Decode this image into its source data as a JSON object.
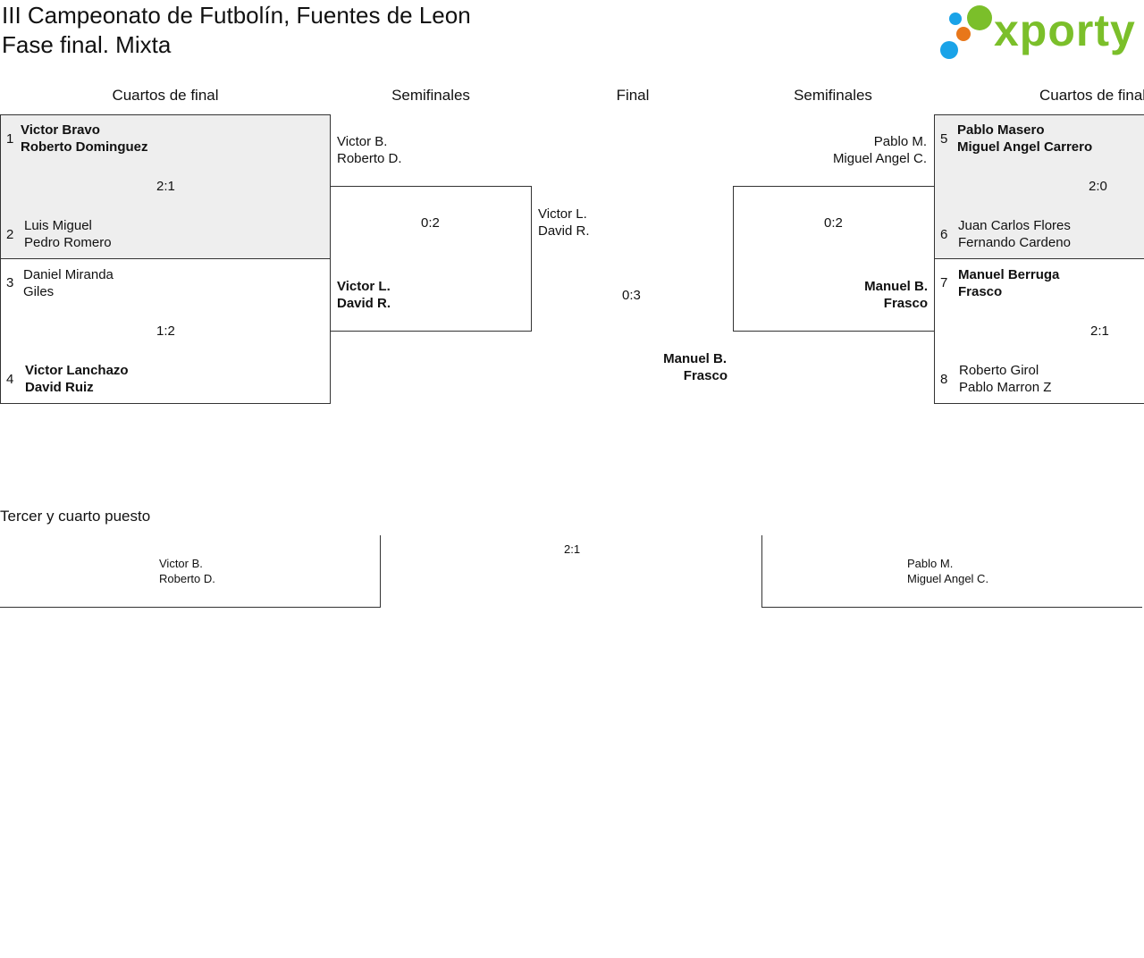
{
  "header": {
    "title_line1": "III Campeonato de Futbolín, Fuentes de Leon",
    "title_line2": "Fase final. Mixta"
  },
  "logo": {
    "text": "xporty",
    "colors": {
      "green": "#7bbf2a",
      "blue": "#1aa3e8",
      "orange": "#e8771a"
    }
  },
  "rounds": {
    "left_quarter": "Cuartos de final",
    "left_semi": "Semifinales",
    "final": "Final",
    "right_semi": "Semifinales",
    "right_quarter": "Cuartos de final"
  },
  "left_qf": [
    {
      "seed_a": "1",
      "a1": "Victor Bravo",
      "a2": "Roberto Dominguez",
      "score": "2:1",
      "seed_b": "2",
      "b1": "Luis Miguel",
      "b2": "Pedro Romero"
    },
    {
      "seed_a": "3",
      "a1": "Daniel Miranda",
      "a2": "Giles",
      "score": "1:2",
      "seed_b": "4",
      "b1": "Victor Lanchazo",
      "b2": "David Ruiz"
    }
  ],
  "left_sf": {
    "a1": "Victor B.",
    "a2": "Roberto D.",
    "score": "0:2",
    "b1": "Victor L.",
    "b2": "David R."
  },
  "final": {
    "a1": "Victor L.",
    "a2": "David R.",
    "score": "0:3",
    "b1": "Manuel B.",
    "b2": "Frasco"
  },
  "right_sf": {
    "a1": "Pablo M.",
    "a2": "Miguel Angel C.",
    "score": "0:2",
    "b1": "Manuel B.",
    "b2": "Frasco"
  },
  "right_qf": [
    {
      "seed_a": "5",
      "a1": "Pablo Masero",
      "a2": "Miguel Angel Carrero",
      "score": "2:0",
      "seed_b": "6",
      "b1": "Juan Carlos Flores",
      "b2": "Fernando Cardeno"
    },
    {
      "seed_a": "7",
      "a1": "Manuel Berruga",
      "a2": "Frasco",
      "score": "2:1",
      "seed_b": "8",
      "b1": "Roberto Girol",
      "b2": "Pablo Marron Z"
    }
  ],
  "third_place": {
    "heading": "Tercer y cuarto puesto",
    "score": "2:1",
    "a1": "Victor B.",
    "a2": "Roberto D.",
    "b1": "Pablo M.",
    "b2": "Miguel Angel C."
  }
}
